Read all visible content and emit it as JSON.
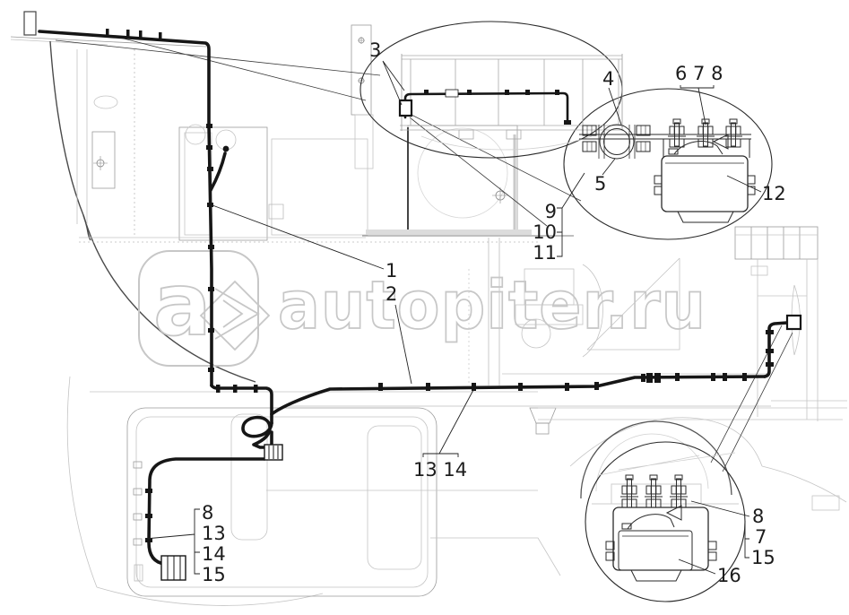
{
  "diagram": {
    "watermark": {
      "text": "autopiter.ru",
      "logo_letter": "a"
    },
    "callouts": {
      "part1": "1",
      "part2": "2",
      "part3": "3",
      "part4": "4",
      "part5": "5",
      "group678": "6 7 8",
      "stack_mid": [
        "9",
        "10",
        "11"
      ],
      "part12": "12",
      "group1314": "13 14",
      "stack_left": [
        "8",
        "13",
        "14",
        "15"
      ],
      "stack_right": [
        "8",
        "7",
        "15"
      ],
      "part16": "16"
    },
    "colors": {
      "background": "#ffffff",
      "harness": "#161616",
      "chassis_lines": "#9b9b9b",
      "watermark": "#c7c7c7",
      "callout_text": "#1c1c1c"
    }
  }
}
